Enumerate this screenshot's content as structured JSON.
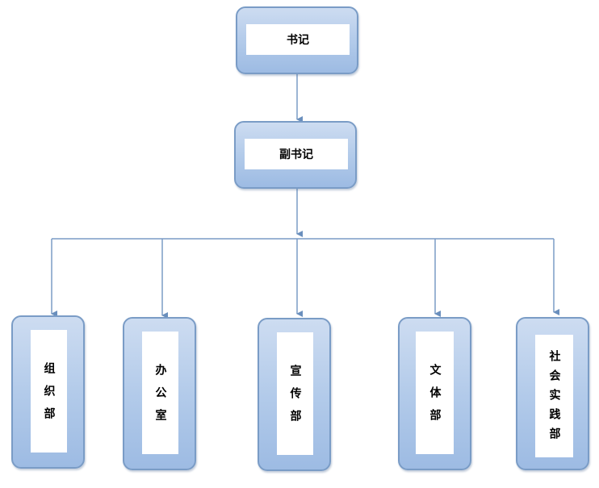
{
  "root": {
    "label": "书记"
  },
  "deputy": {
    "label": "副书记"
  },
  "departments": [
    {
      "label": "组织部"
    },
    {
      "label": "办公室"
    },
    {
      "label": "宣传部"
    },
    {
      "label": "文体部"
    },
    {
      "label": "社会实践部"
    }
  ],
  "colors": {
    "connector": "#7a9cc6",
    "node_border": "#7a9cc6",
    "node_fill_top": "#cddcf1",
    "node_fill_bottom": "#9dbbe3"
  }
}
